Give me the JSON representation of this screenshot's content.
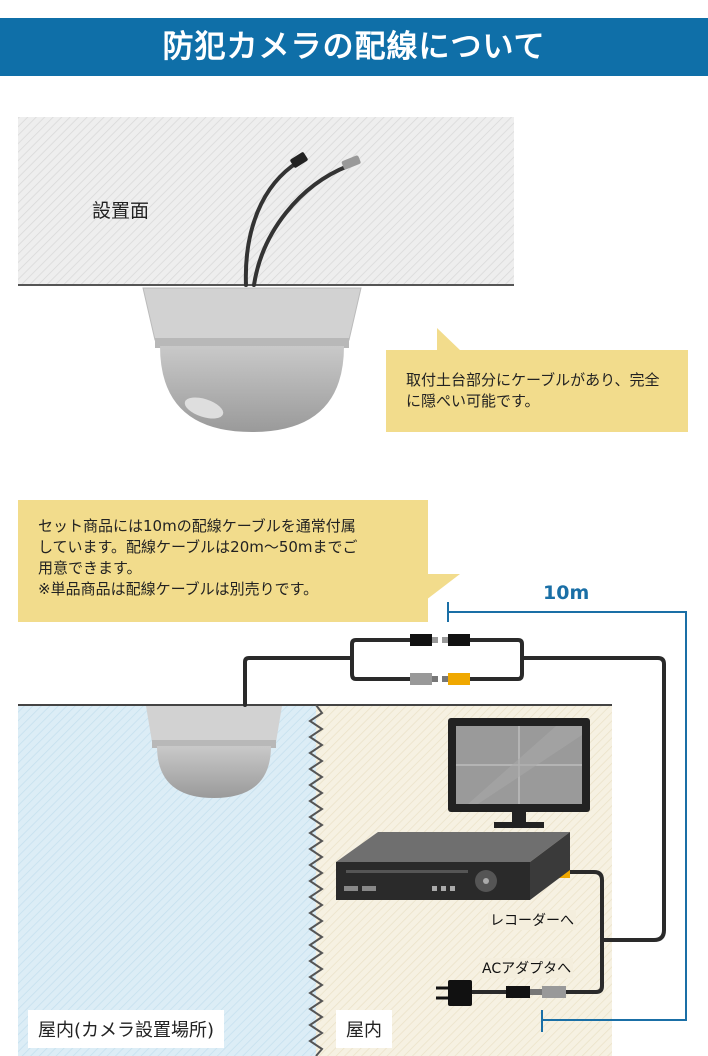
{
  "header": {
    "title": "防犯カメラの配線について"
  },
  "top": {
    "surface_label": "設置面",
    "note": "取付土台部分にケーブルがあり、完全に隠ぺい可能です。"
  },
  "bottom": {
    "note_lines": [
      "セット商品には10mの配線ケーブルを通常付属",
      "しています。配線ケーブルは20m〜50mまでご",
      "用意できます。",
      "※単品商品は配線ケーブルは別売りです。"
    ],
    "distance": "10m",
    "room_camera_label": "屋内(カメラ設置場所)",
    "room_label": "屋内",
    "recorder_label": "レコーダーへ",
    "adapter_label": "ACアダプタへ"
  },
  "colors": {
    "header": "#0f6fa8",
    "note_bg": "#f2dc8c",
    "camera_room": "#d9ebf5",
    "indoor_room": "#f4eedd",
    "distance": "#1a6fa6",
    "plug_orange": "#f0a800"
  }
}
